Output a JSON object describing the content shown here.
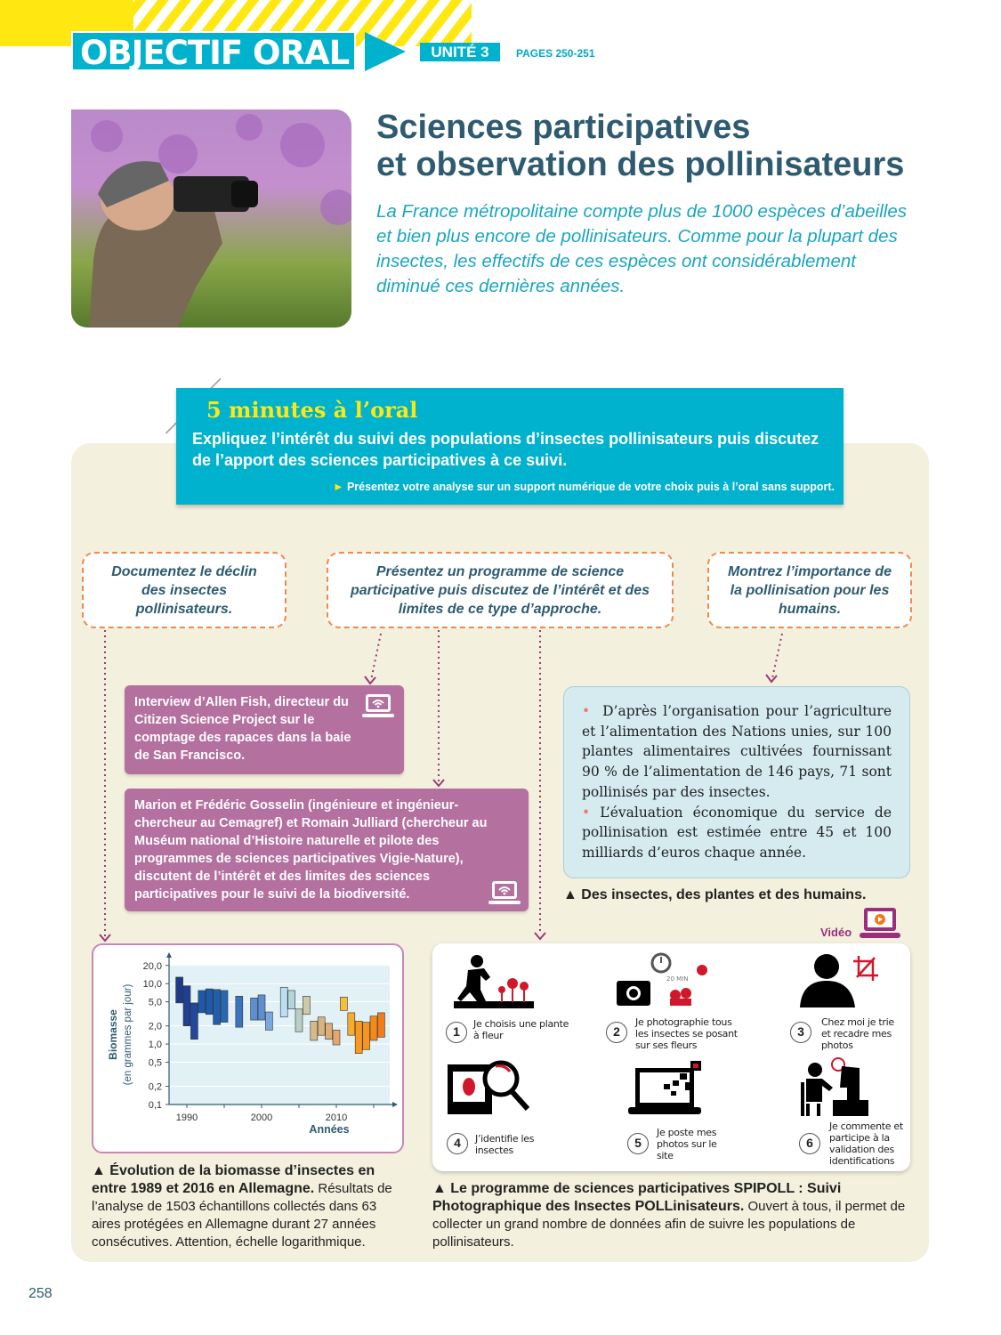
{
  "header": {
    "section": "OBJECTIF ORAL",
    "unit": "UNITÉ 3",
    "pages": "PAGES 250-251"
  },
  "title": {
    "line1": "Sciences participatives",
    "line2": "et observation des pollinisateurs"
  },
  "intro": "La France métropolitaine compte plus de 1000 espèces d’abeilles et bien plus encore de pollinisateurs. Comme pour la plupart des insectes, les effectifs de ces espèces ont considérablement diminué ces dernières années.",
  "oral": {
    "heading": "5 minutes à l’oral",
    "question": "Expliquez l’intérêt du suivi des populations d’insectes pollinisateurs puis discutez de l’apport des sciences participatives à ce suivi.",
    "note": "Présentez votre analyse sur un support numérique de votre choix puis à l’oral sans support."
  },
  "tasks": [
    "Documentez le déclin des insectes pollinisateurs.",
    "Présentez un programme de science participative puis discutez de l’intérêt et des limites de ce type d’approche.",
    "Montrez l’importance de la pollinisation pour les humains."
  ],
  "resources": {
    "interview": "Interview d’Allen Fish, directeur du Citizen Science Project sur le comptage des rapaces dans la baie de San Francisco.",
    "discussion": "Marion et Frédéric Gosselin (ingénieure et ingénieur-chercheur au Cemagref) et Romain Julliard (chercheur au Muséum national d’Histoire naturelle et pilote des programmes de sciences participatives Vigie-Nature), discutent de l’intérêt et des limites des sciences participatives pour le suivi de la biodiversité."
  },
  "info": {
    "bullet1": "D’après l’organisation pour l’agriculture et l’alimentation des Nations unies, sur 100 plantes alimentaires cultivées fournissant 90 % de l’alimentation de 146 pays, 71 sont pollinisés par des insectes.",
    "bullet2": "L’évaluation économique du service de pollinisation est estimée entre 45 et 100 milliards d’euros chaque année.",
    "caption": "Des insectes, des plantes et des humains.",
    "video_label": "Vidéo"
  },
  "chart_caption": {
    "title": "Évolution de la biomasse d’insectes en entre 1989 et 2016 en Allemagne.",
    "text": "Résultats de l’analyse de 1503 échantillons collectés dans 63 aires protégées en Allemagne durant 27 années consécutives. Attention, échelle logarithmique."
  },
  "chart_data": {
    "type": "bar",
    "subtype": "floating-range",
    "yscale": "log",
    "ylabel": "Biomasse",
    "ylabel_sub": "(en grammes par jour)",
    "xlabel": "Années",
    "yticks": [
      "20,0",
      "10,0",
      "5,0",
      "2,0",
      "1,0",
      "0,5",
      "0,2",
      "0,1"
    ],
    "ytick_values": [
      20,
      10,
      5,
      2,
      1,
      0.5,
      0.2,
      0.1
    ],
    "xticks": [
      "1990",
      "2000",
      "2010"
    ],
    "xtick_values": [
      1990,
      2000,
      2010
    ],
    "ylim": [
      0.1,
      20
    ],
    "xlim": [
      1988,
      2017
    ],
    "series": [
      {
        "year": 1989,
        "low": 4.8,
        "high": 12.8,
        "color": "#1d3a8a"
      },
      {
        "year": 1990,
        "low": 2.0,
        "high": 9.2,
        "color": "#1e3f92"
      },
      {
        "year": 1991,
        "low": 1.2,
        "high": 4.8,
        "color": "#22479c"
      },
      {
        "year": 1992,
        "low": 3.3,
        "high": 7.7,
        "color": "#1f5aa8"
      },
      {
        "year": 1993,
        "low": 3.1,
        "high": 8.2,
        "color": "#1f5aa8"
      },
      {
        "year": 1994,
        "low": 2.1,
        "high": 8.0,
        "color": "#215fae"
      },
      {
        "year": 1995,
        "low": 2.3,
        "high": 7.7,
        "color": "#2768b4"
      },
      {
        "year": 1997,
        "low": 1.9,
        "high": 6.2,
        "color": "#3a74be"
      },
      {
        "year": 1999,
        "low": 2.5,
        "high": 5.8,
        "color": "#5b8fd0"
      },
      {
        "year": 2000,
        "low": 2.5,
        "high": 6.5,
        "color": "#5b8fd0"
      },
      {
        "year": 2001,
        "low": 1.7,
        "high": 3.4,
        "color": "#79a8de"
      },
      {
        "year": 2003,
        "low": 2.8,
        "high": 8.7,
        "color": "#b9dff2"
      },
      {
        "year": 2004,
        "low": 3.8,
        "high": 7.7,
        "color": "#b2d6dc"
      },
      {
        "year": 2005,
        "low": 1.6,
        "high": 3.8,
        "color": "#b9cfc4"
      },
      {
        "year": 2006,
        "low": 3.1,
        "high": 6.2,
        "color": "#cdc9aa"
      },
      {
        "year": 2007,
        "low": 1.15,
        "high": 2.4,
        "color": "#d7b98a"
      },
      {
        "year": 2008,
        "low": 1.4,
        "high": 2.8,
        "color": "#d8b481"
      },
      {
        "year": 2009,
        "low": 1.2,
        "high": 2.2,
        "color": "#dcae78"
      },
      {
        "year": 2010,
        "low": 0.97,
        "high": 1.7,
        "color": "#e3a66c"
      },
      {
        "year": 2011,
        "low": 3.6,
        "high": 6.0,
        "color": "#f7be3c"
      },
      {
        "year": 2012,
        "low": 1.4,
        "high": 3.3,
        "color": "#f8ac2d"
      },
      {
        "year": 2013,
        "low": 0.7,
        "high": 2.4,
        "color": "#f79a1e"
      },
      {
        "year": 2014,
        "low": 0.81,
        "high": 2.3,
        "color": "#f59420"
      },
      {
        "year": 2015,
        "low": 1.15,
        "high": 2.9,
        "color": "#f38a1e"
      },
      {
        "year": 2016,
        "low": 1.3,
        "high": 3.3,
        "color": "#f07d1a"
      }
    ]
  },
  "spipoll": {
    "steps": [
      {
        "n": "1",
        "text": "Je choisis une plante à fleur"
      },
      {
        "n": "2",
        "text": "Je photographie tous les insectes se posant sur ses fleurs",
        "badge": "20 MIN"
      },
      {
        "n": "3",
        "text": "Chez moi je trie et recadre mes photos"
      },
      {
        "n": "4",
        "text": "J’identifie les insectes"
      },
      {
        "n": "5",
        "text": "Je poste mes photos sur le site"
      },
      {
        "n": "6",
        "text": "Je commente et participe à la validation des identifications"
      }
    ],
    "caption_title": "Le programme de sciences participatives SPIPOLL : Suivi Photographique des Insectes POLLinisateurs.",
    "caption_text": "Ouvert à tous, il permet de collecter un grand nombre de données afin de suivre les populations de pollinisateurs."
  },
  "page_number": "258",
  "colors": {
    "cyan": "#00b2cd",
    "yellow": "#ffe812",
    "purple": "#b4709f",
    "title": "#2f5b70",
    "panel": "#f3f0dd"
  }
}
